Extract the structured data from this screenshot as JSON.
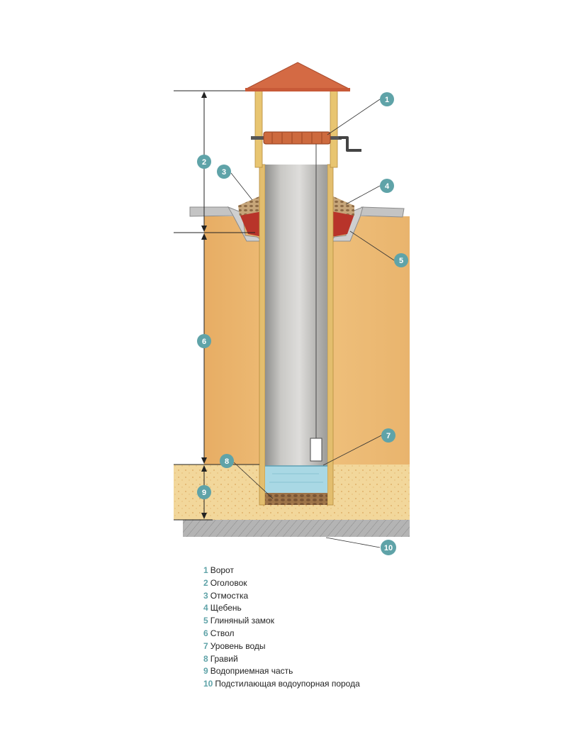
{
  "colors": {
    "accent": "#5fa3a8",
    "soil": "#e8b670",
    "sand": "#f1d9a0",
    "roof": "#d56a45",
    "wood": "#e7c274",
    "shaft": "#bdbcb9",
    "water": "#a8d7e3",
    "clay": "#b8342a",
    "ground": "#bfbfbf"
  },
  "callouts": [
    {
      "number": "1"
    },
    {
      "number": "2"
    },
    {
      "number": "3"
    },
    {
      "number": "4"
    },
    {
      "number": "5"
    },
    {
      "number": "6"
    },
    {
      "number": "7"
    },
    {
      "number": "8"
    },
    {
      "number": "9"
    },
    {
      "number": "10"
    }
  ],
  "legend": [
    {
      "number": "1",
      "label": "Ворот"
    },
    {
      "number": "2",
      "label": "Оголовок"
    },
    {
      "number": "3",
      "label": "Отмостка"
    },
    {
      "number": "4",
      "label": "Щебень"
    },
    {
      "number": "5",
      "label": "Глиняный замок"
    },
    {
      "number": "6",
      "label": "Ствол"
    },
    {
      "number": "7",
      "label": "Уровень воды"
    },
    {
      "number": "8",
      "label": "Гравий"
    },
    {
      "number": "9",
      "label": "Водоприемная часть"
    },
    {
      "number": "10",
      "label": "Подстилающая водоупорная порода"
    }
  ]
}
